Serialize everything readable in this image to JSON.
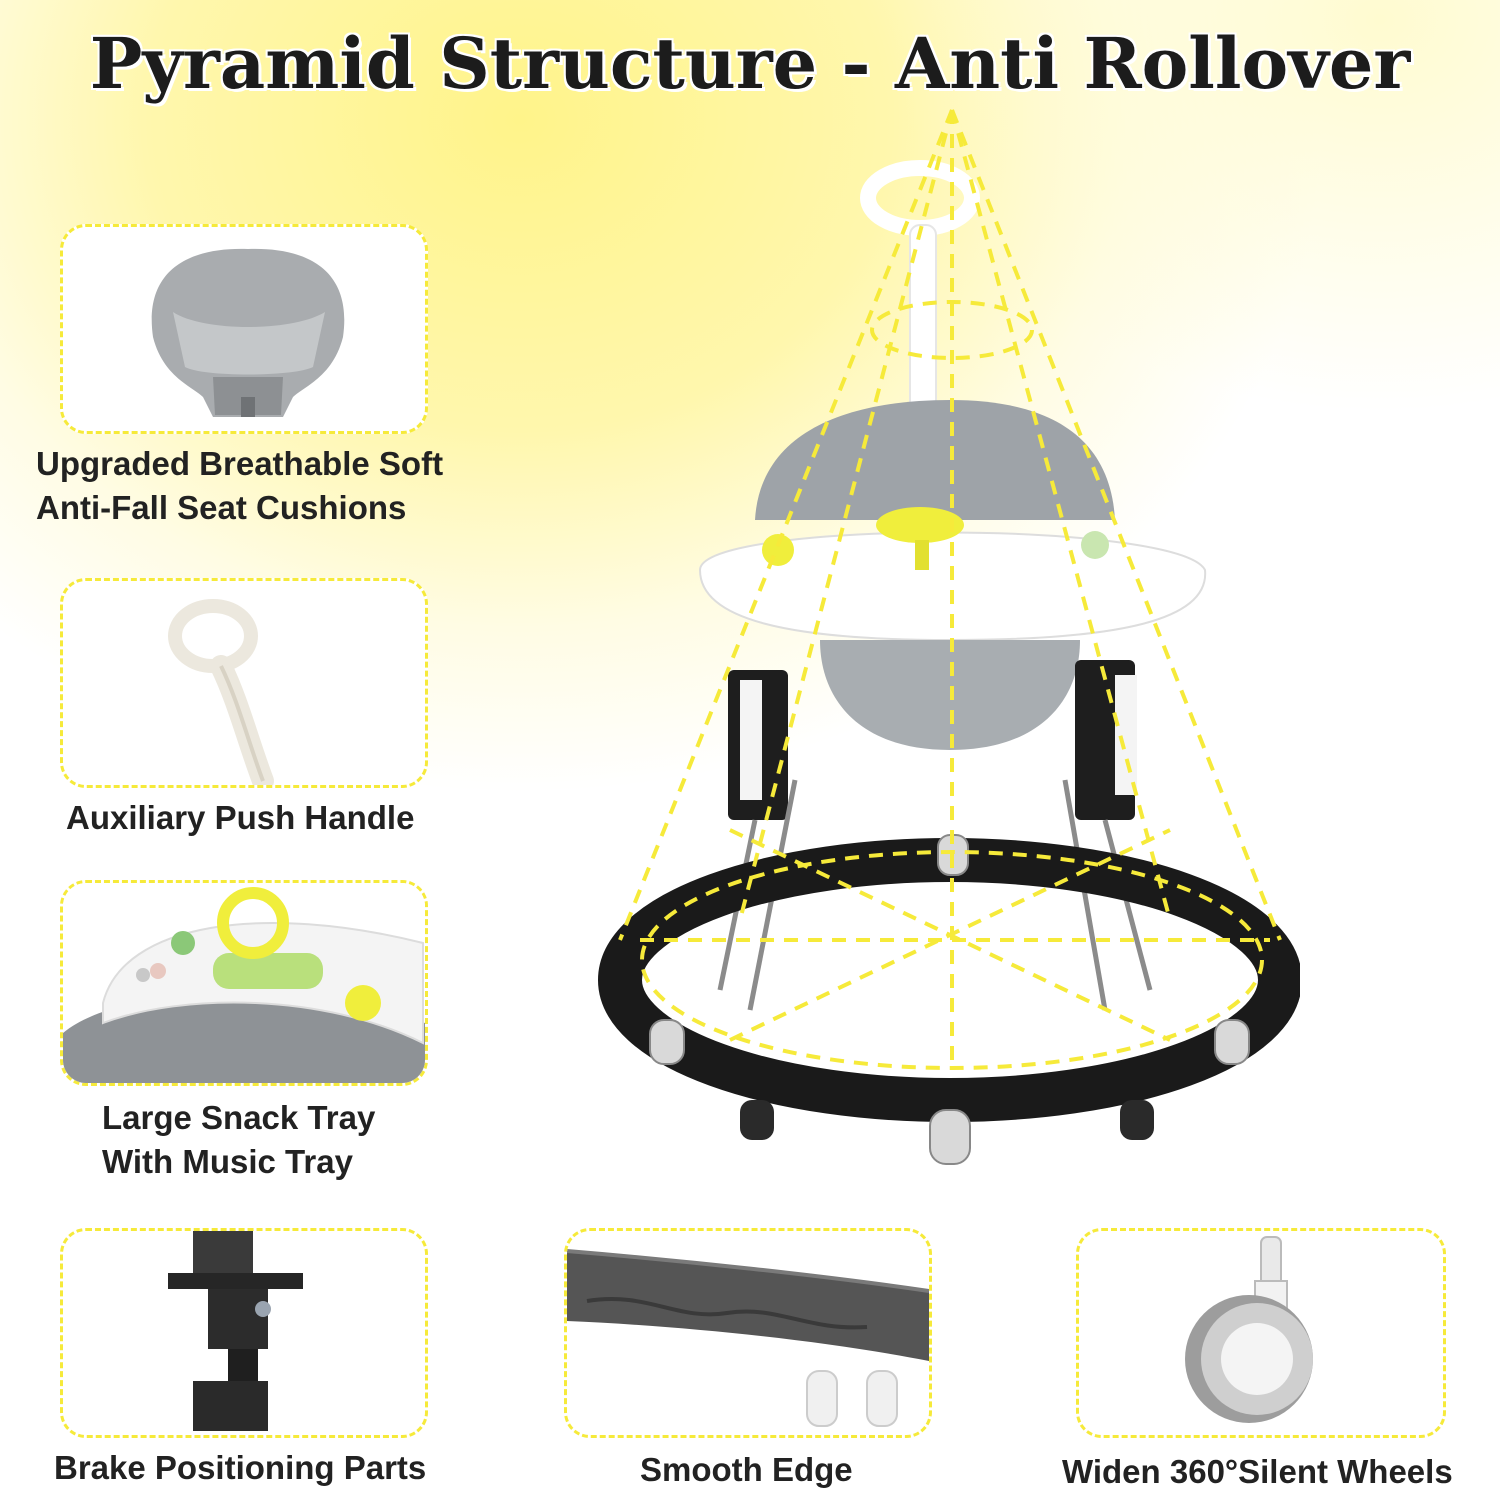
{
  "title": "Pyramid Structure - Anti Rollover",
  "features": {
    "seat_cushion": {
      "line1": "Upgraded Breathable Soft",
      "line2": "Anti-Fall Seat Cushions"
    },
    "push_handle": {
      "label": "Auxiliary Push Handle"
    },
    "snack_tray": {
      "line1": "Large Snack Tray",
      "line2": "With Music Tray"
    },
    "brake": {
      "label": "Brake Positioning Parts"
    },
    "edge": {
      "label": "Smooth Edge"
    },
    "wheels": {
      "label": "Widen 360°Silent Wheels"
    }
  },
  "colors": {
    "accent_yellow": "#f6ea3a",
    "frame_black": "#1a1a1a",
    "seat_gray": "#9aa0a4",
    "tray_white": "#ffffff",
    "toy_yellow": "#f0ee3c"
  }
}
